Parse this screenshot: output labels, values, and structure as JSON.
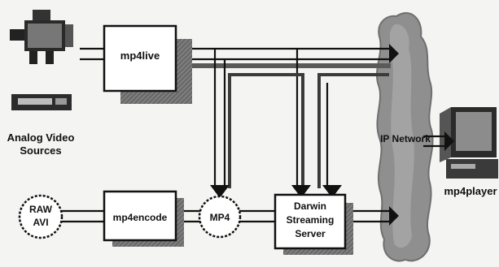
{
  "labels": {
    "mp4live": "mp4live",
    "mp4encode": "mp4encode",
    "raw_line1": "RAW",
    "raw_line2": "AVI",
    "mp4": "MP4",
    "darwin_line1": "Darwin",
    "darwin_line2": "Streaming",
    "darwin_line3": "Server",
    "ip_network": "IP Network",
    "analog_line1": "Analog Video",
    "analog_line2": "Sources",
    "mp4player": "mp4player"
  },
  "icons": [
    "camera-icon",
    "vcr-icon",
    "computer-icon"
  ],
  "colors": {
    "box_fill": "#ffffff",
    "shadow": "#4a4a4a",
    "cloud": "#8c8c8c",
    "line": "#111111"
  }
}
